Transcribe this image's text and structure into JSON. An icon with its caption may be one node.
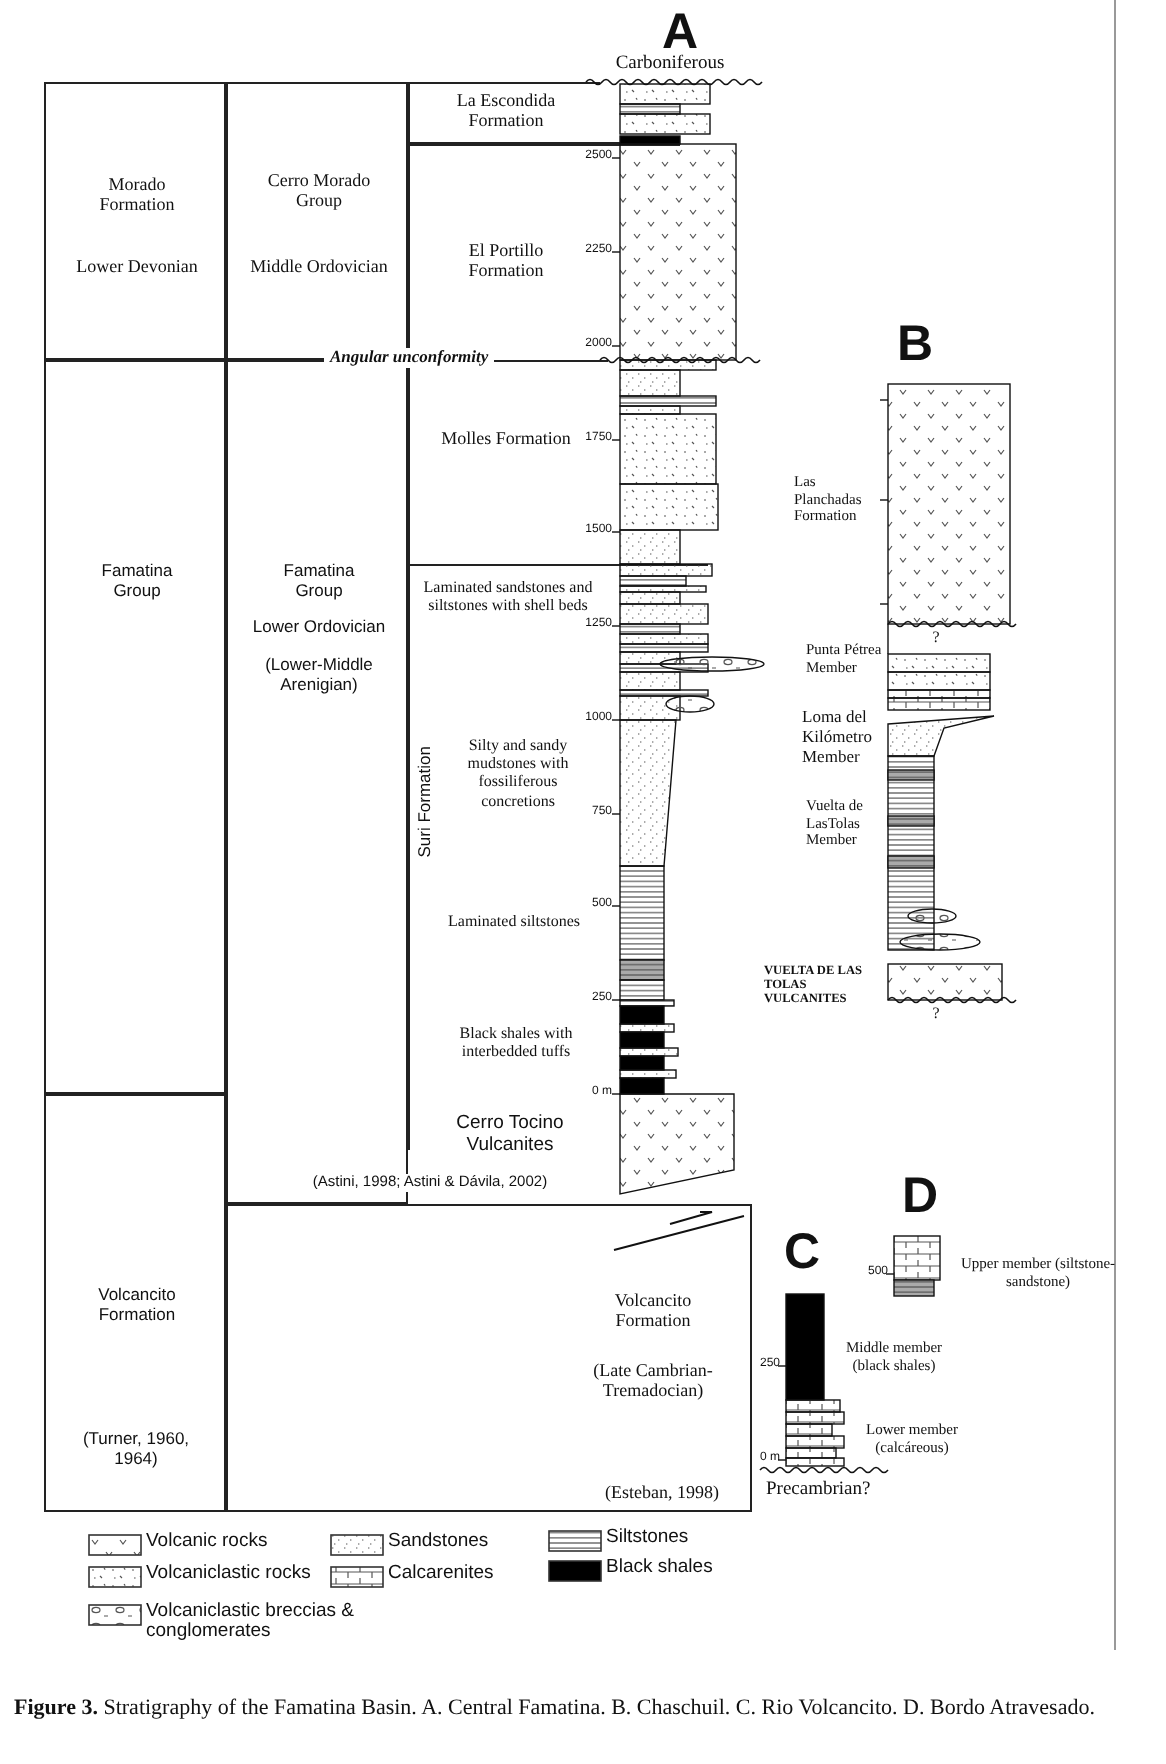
{
  "diagram": {
    "caption": "**Figure 3.** Stratigraphy of the Famatina Basin. A. Central Famatina. B. Chaschuil. C. Rio Volcancito. D. Bordo Atravesado.",
    "nodes": [
      {
        "text": [
          "Morado Formation",
          "Lower Devonian"
        ]
      },
      {
        "text": [
          "Famatina Group"
        ]
      },
      {
        "text": [
          "Volcancito Formation",
          "(Turner, 1960, 1964)"
        ]
      },
      {
        "text": [
          "Cerro Morado Group",
          "Middle Ordovician"
        ]
      },
      {
        "text": [
          "Famatina Group",
          "Lower Ordovician",
          "(Lower-Middle Arenigian)"
        ]
      },
      {
        "text": [
          "Volcancito Formation",
          "(Late Cambrian-Tremadocian)",
          "(Esteban, 1998)"
        ]
      },
      {
        "text": [
          "La Escondida Formation"
        ]
      },
      {
        "text": [
          "El Portillo Formation"
        ]
      },
      {
        "text": [
          "Molles Formation"
        ]
      },
      {
        "text": [
          "Suri Formation"
        ]
      }
    ],
    "labels": [
      "A",
      "Carboniferous",
      "2500",
      "2250",
      "2000",
      "Angular unconformity",
      "1750",
      "1500",
      "Laminated sandstones and siltstones with shell beds",
      "1250",
      "1000",
      "Silty and sandy mudstones with fossiliferous concretions",
      "750",
      "500",
      "Laminated siltstones",
      "250",
      "Black shales with interbedded tuffs",
      "0 m",
      "Cerro Tocino Vulcanites",
      "(Astini, 1998; Astini & Dávila, 2002)",
      "B",
      "Las Planchadas Formation",
      "?",
      "Punta Pétrea Member",
      "Loma del Kilómetro Member",
      "Vuelta de LasTolas Member",
      "VUELTA DE LAS TOLAS VULCANITES",
      "?",
      "D",
      "Upper member (siltstone-sandstone)",
      "500",
      "C",
      "Middle member (black shales)",
      "250",
      "Lower member (calcáreous)",
      "0 m",
      "Precambrian?"
    ],
    "legend": [
      {
        "text": "Volcanic rocks"
      },
      {
        "text": "Volcaniclastic rocks"
      },
      {
        "text": "Volcaniclastic breccias & conglomerates"
      },
      {
        "text": "Sandstones"
      },
      {
        "text": "Calcarenites"
      },
      {
        "text": "Siltstones"
      },
      {
        "text": "Black shales",
        "color": "#000000"
      }
    ]
  }
}
